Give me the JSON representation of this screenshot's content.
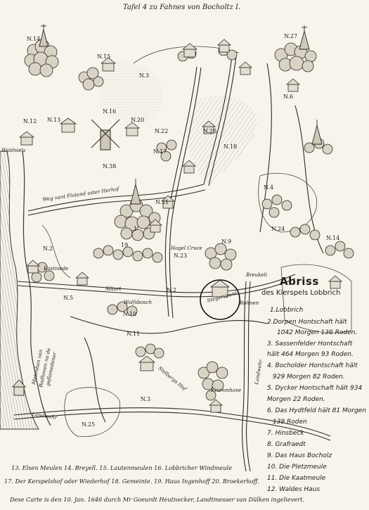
{
  "header": {
    "title": "Tafel 4  zu Fahnes von Bocholtz I."
  },
  "map": {
    "parcel_numbers": {
      "n14": "N.14",
      "n15": "N.15",
      "n3_north": "N.3",
      "n27": "N.27",
      "n6": "N.6",
      "n13": "N.13",
      "n16": "N.16",
      "n20": "N.20",
      "n12": "N.12",
      "n22": "N.22",
      "n28": "N.28",
      "n18": "N.18",
      "n17": "N.17",
      "n38": "N.38",
      "n4": "N.4",
      "n21": "N.21",
      "n24": "N.24",
      "n14_east": "N.14",
      "n2_west": "N.2",
      "n19": "19",
      "n9": "N.9",
      "n23": "N.23",
      "n5": "N.5",
      "n2_mid": "N.2",
      "n10": "N.10",
      "n11": "N.11",
      "n3_south": "N.3",
      "n25": "N.25",
      "n1": "1"
    },
    "place_names": {
      "waldniels": "Waldniels",
      "road_west": "Weg vant Flotend aster Herhof",
      "kastniede": "Kastniede",
      "hagel_cruce": "Hagel Cruce",
      "breukeli": "Breukeli",
      "siltart": "Siltart",
      "wolfsbosch": "Wolfsbosch",
      "stegerspunt": "Stegerspunt",
      "rohnen": "Rohnen",
      "stelbergs_hof": "Stelbergs Hof",
      "krummhove": "Krummhove",
      "landwehr_east": "Landwehr",
      "landwehr_south": "Landwehr",
      "river_1": "Metenban van",
      "river_2": "Bodhoven na de",
      "river_3": "geflamedener"
    }
  },
  "legend": {
    "heading": "Abriss",
    "subheading": "des Kierspels Lobbrich",
    "items": [
      "1.Lobbrich",
      "2.Dorpen Hontschaft hält",
      "1042 Morgen 136 Roden.",
      "3. Sassenfelder Hontschaft",
      "hält 464 Morgen 93 Roden.",
      "4. Bocholder Hontschaft hält",
      "929 Morgen 82 Roden.",
      "5. Dycker Hontschaft hält 934",
      "Morgen 22 Roden.",
      "6. Das Hydtfeld hält 81 Morgen",
      "139 Roden",
      "7. Hinsbeck",
      "8. Grafraedt",
      "9. Das Haus Bocholz",
      "10. Die Pletzmeule",
      "11. Die Kaatmeule",
      "12. Waldes Haus"
    ]
  },
  "footer": {
    "line1": "13. Elsen Meulen  14. Breyell.  15. Lautenmeulen 16. Lobbricher Windmeule",
    "line2": "17. Der Kerspelshof oder Wiederhof 18. Gemeinte. 19. Haus Ingenhoff 20. Broekerhoff.",
    "line3": "Dese Carte is den 10. Jan. 1646 durch Mr Goeurdt Heutnecker, Landtmesser van Dülken ingelievert."
  }
}
